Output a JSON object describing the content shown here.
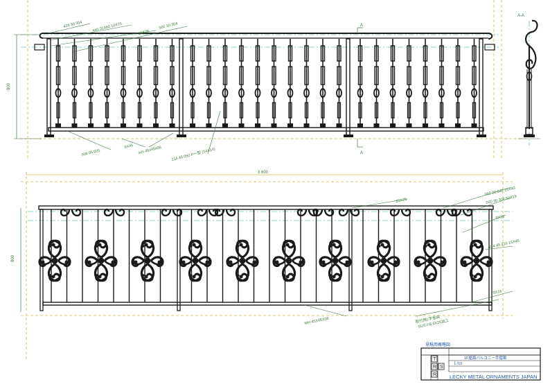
{
  "elevation_1": {
    "section_marker": "A",
    "section_label": "A-A",
    "height_dim": "800",
    "callouts": [
      "429 30 304",
      "440 2L050 14X75",
      "25X25",
      "500 30 304"
    ],
    "bottom_callouts": [
      "308 05 025",
      "9X45",
      "sus 45x45x06",
      "214 45 050 P一型 (14X14)"
    ]
  },
  "elevation_2": {
    "total_dim": "3 600",
    "height_dim": "800",
    "right_callouts": [
      "25X25",
      "062 20 043 15X40",
      "000 30 304 50X19",
      "9X16",
      "214 45 216 15X45",
      "9X16"
    ],
    "bottom_callouts": [
      "MH 45X45X06",
      "取付用L字金具",
      "SUS FB 6X25加工"
    ]
  },
  "title_block": {
    "header": "見積用概略図",
    "rows": [
      "1F屋面バルコニー手摺案",
      "１/10",
      ""
    ],
    "marks": [
      "T",
      "R",
      "S",
      "R"
    ],
    "company": "LECKY METAL ORNAMENTS JAPAN"
  },
  "colors": {
    "steel": "#1a1a1a",
    "dimension": "#3a7a3a",
    "center_line": "#2aa39a",
    "hidden_line": "#d4b84a",
    "title_block_text": "#2b5aa8"
  }
}
